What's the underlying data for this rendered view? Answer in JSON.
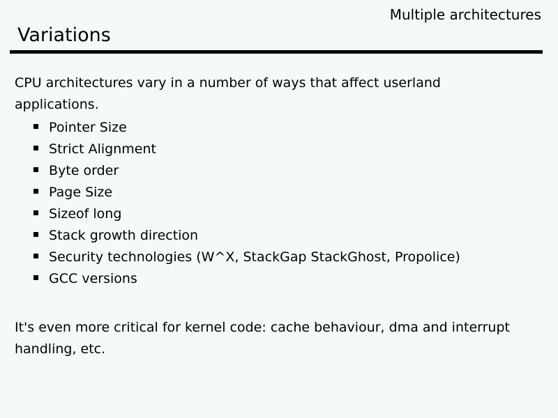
{
  "slide": {
    "header_right": "Multiple architectures",
    "title": "Variations",
    "intro": {
      "lines": [
        "CPU architectures vary in a number of ways that affect userland",
        "applications."
      ]
    },
    "bullets": {
      "items": [
        "Pointer Size",
        "Strict Alignment",
        "Byte order",
        "Page Size",
        "Sizeof long",
        "Stack growth direction",
        "Security technologies (W^X, StackGap StackGhost, Propolice)",
        "GCC versions"
      ]
    },
    "outro": {
      "lines": [
        "It's even more critical for kernel code: cache behaviour, dma and interrupt",
        "handling, etc."
      ]
    },
    "colors": {
      "background": "#f4faf5",
      "text": "#000000",
      "rule": "#000000"
    }
  }
}
